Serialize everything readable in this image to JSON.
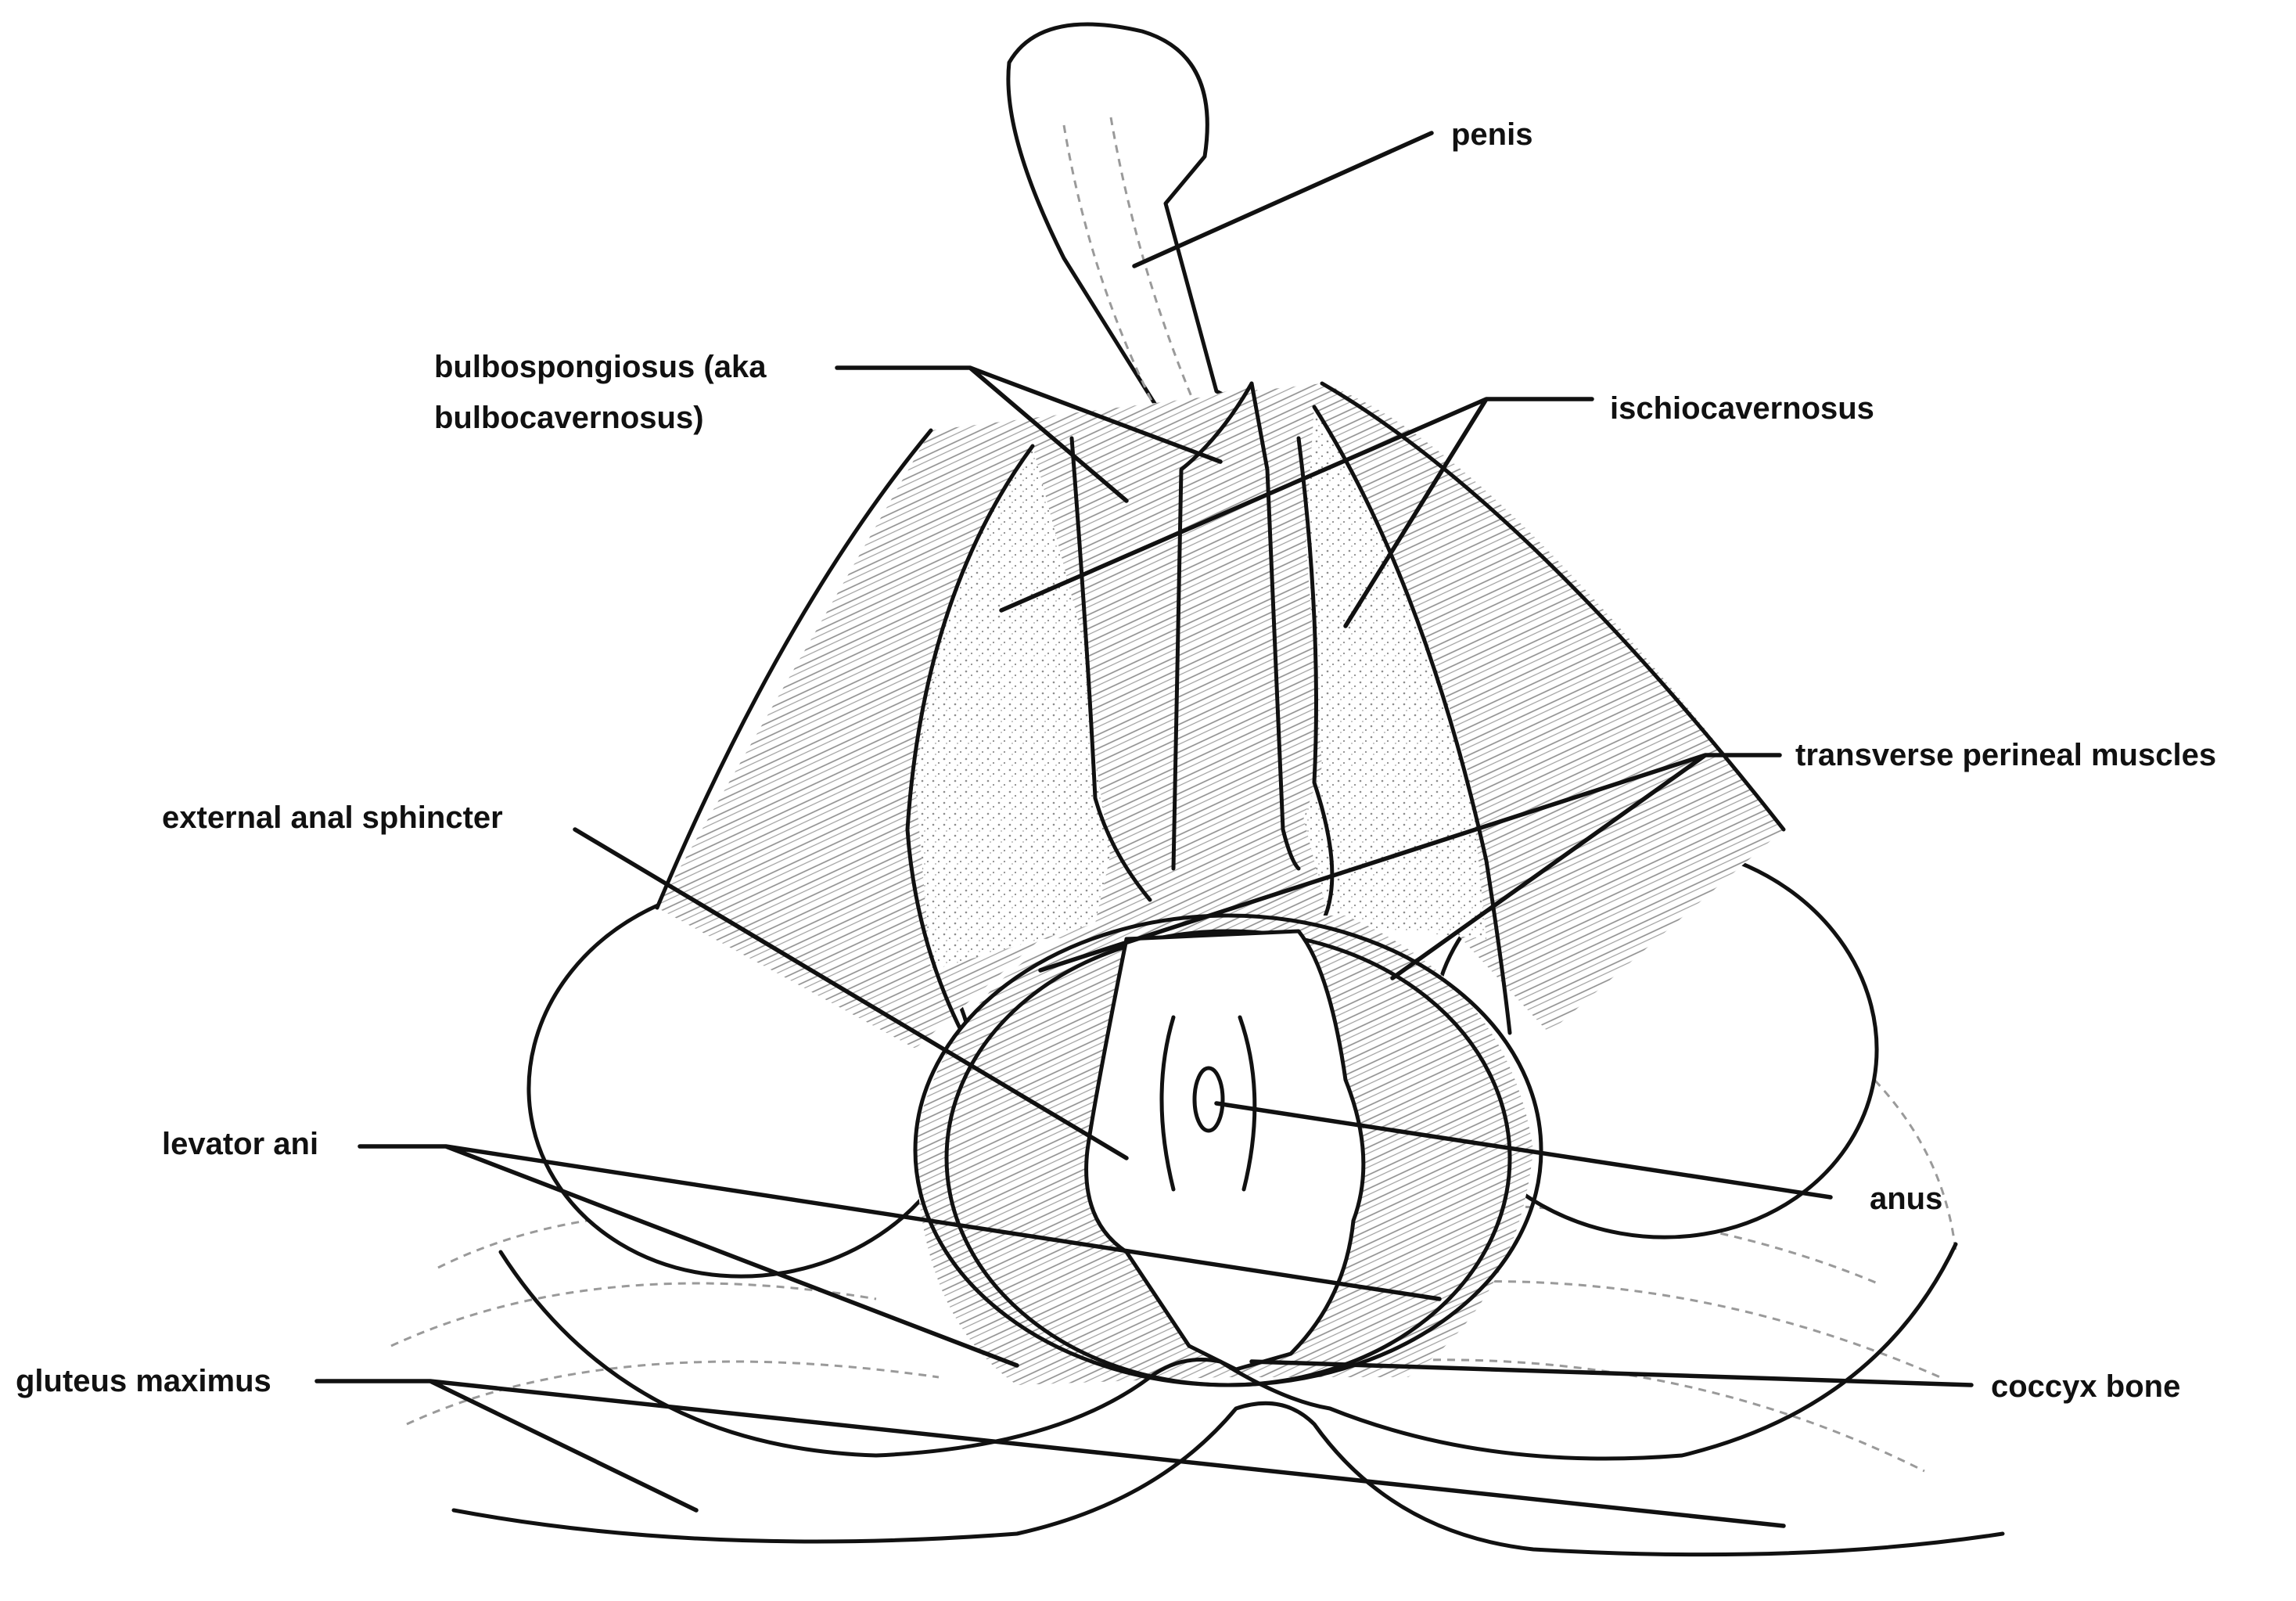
{
  "diagram": {
    "labels": {
      "penis": "penis",
      "bulbospongiosus_line1": "bulbospongiosus (aka",
      "bulbospongiosus_line2": "bulbocavernosus)",
      "ischiocavernosus": "ischiocavernosus",
      "transverse_perineal": "transverse perineal muscles",
      "external_anal_sphincter": "external anal sphincter",
      "levator_ani": "levator ani",
      "anus": "anus",
      "gluteus_maximus": "gluteus maximus",
      "coccyx_bone": "coccyx bone"
    },
    "colors": {
      "ink": "#111111",
      "shading": "#8c8c8c",
      "background": "#ffffff"
    }
  }
}
